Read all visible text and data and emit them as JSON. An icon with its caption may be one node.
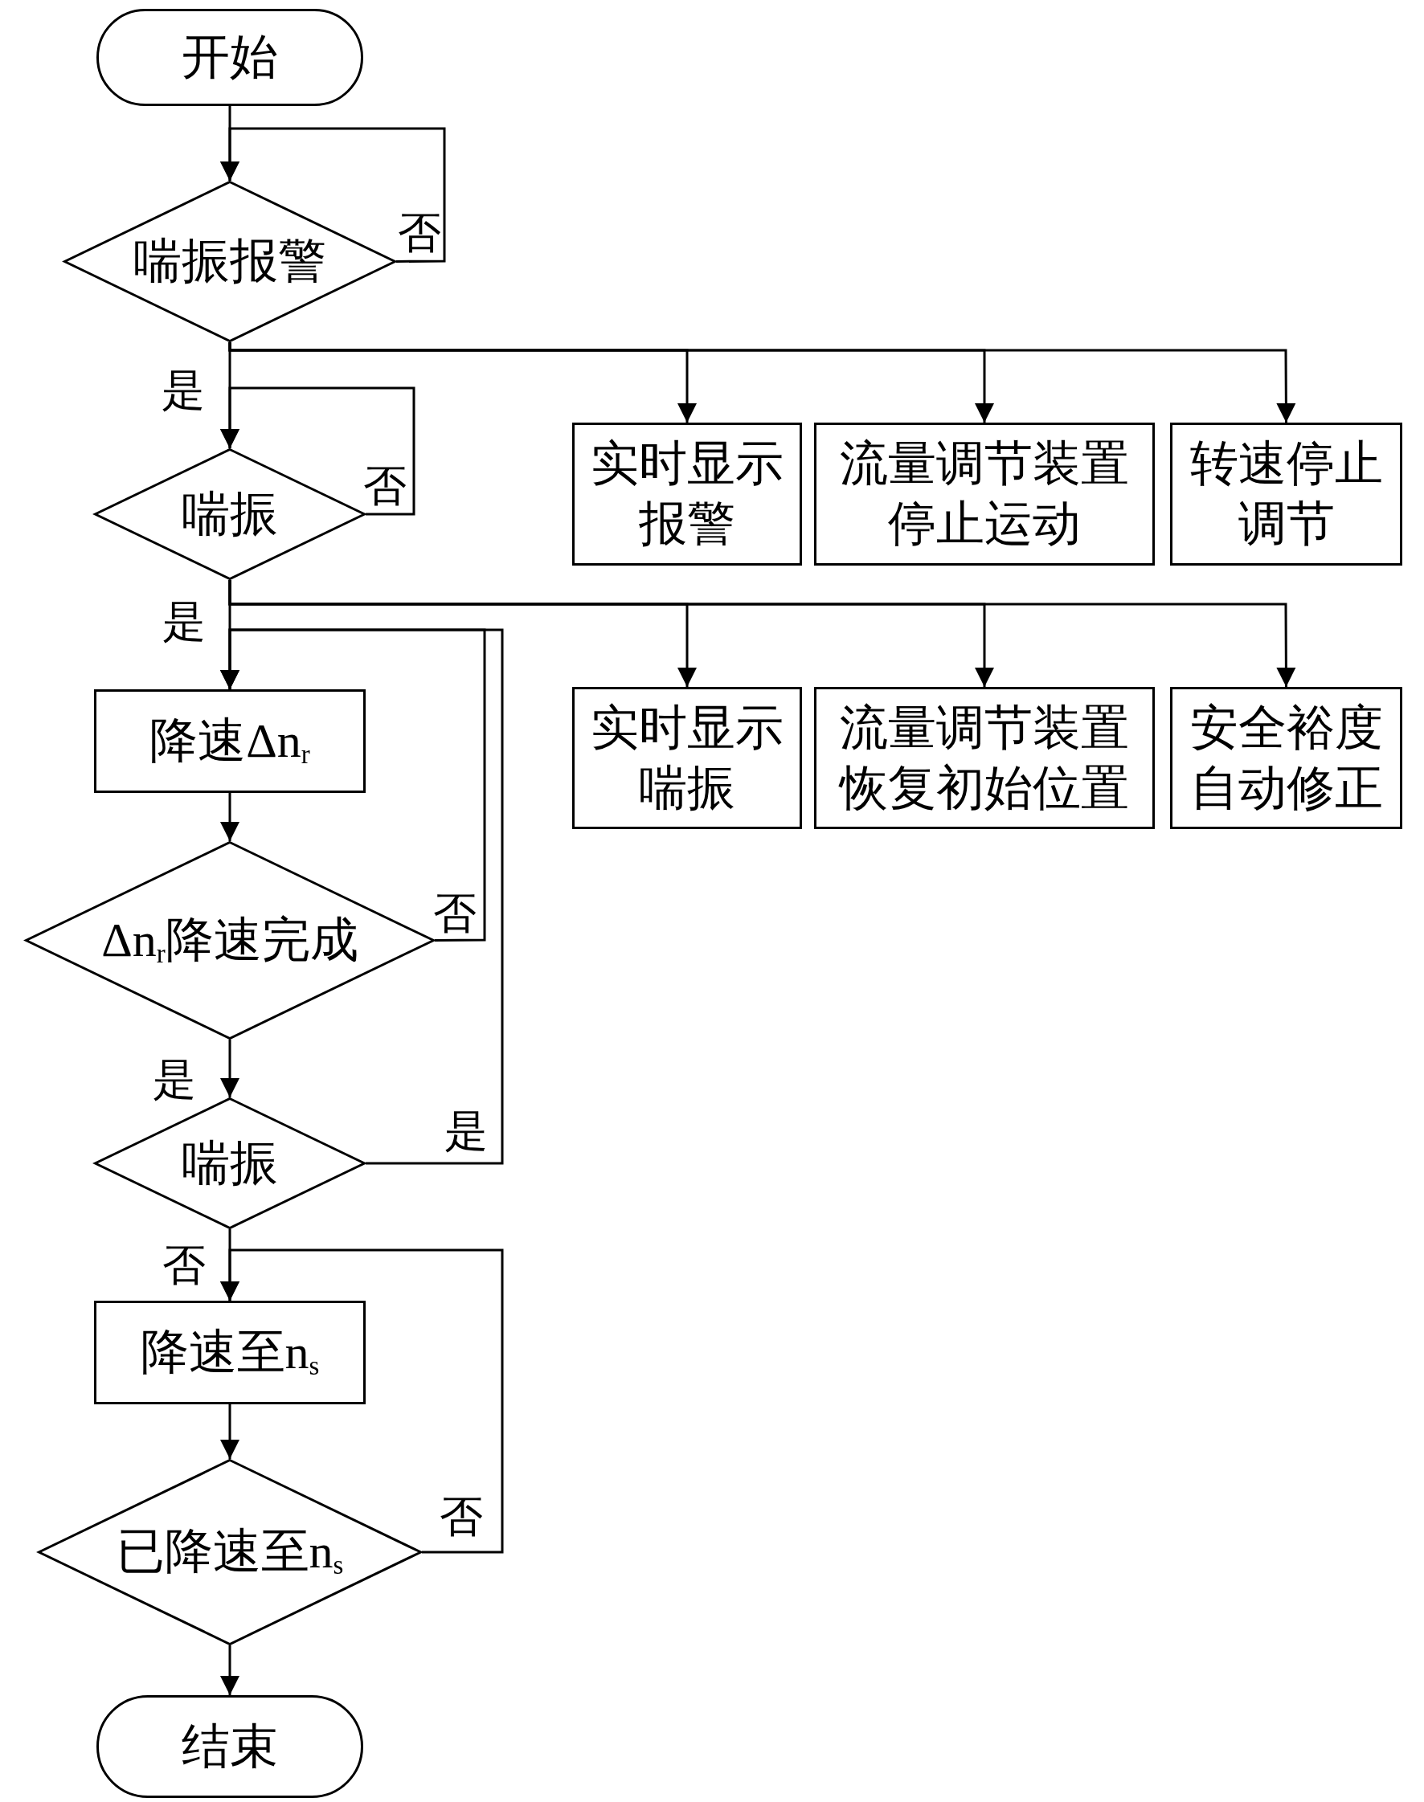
{
  "diagram": {
    "nodes": [
      {
        "text": [
          "开始"
        ]
      },
      {
        "text": [
          "喘振报警"
        ]
      },
      {
        "text": [
          "喘振"
        ]
      },
      {
        "text": [
          "实时显示报警"
        ]
      },
      {
        "text": [
          "流量调节装置停止运动"
        ]
      },
      {
        "text": [
          "转速停止调节"
        ]
      },
      {
        "text": [
          "降速Δn$_{r}$"
        ]
      },
      {
        "text": [
          "实时显示喘振"
        ]
      },
      {
        "text": [
          "流量调节装置恢复初始位置"
        ]
      },
      {
        "text": [
          "安全裕度自动修正"
        ]
      },
      {
        "text": [
          "Δn$_{r}$降速完成"
        ]
      },
      {
        "text": [
          "喘振"
        ]
      },
      {
        "text": [
          "降速至n$_{s}$"
        ]
      },
      {
        "text": [
          "已降速至n$_{s}$"
        ]
      },
      {
        "text": [
          "结束"
        ]
      }
    ],
    "edges": [
      {
        "from": 0,
        "to": 1,
        "arrow": "to"
      },
      {
        "from": 1,
        "to": 1,
        "arrow": "to",
        "label": "否"
      },
      {
        "from": 1,
        "to": 2,
        "arrow": "to",
        "label": "是"
      },
      {
        "from": 1,
        "to": 3,
        "arrow": "to"
      },
      {
        "from": 1,
        "to": 4,
        "arrow": "to"
      },
      {
        "from": 1,
        "to": 5,
        "arrow": "to"
      },
      {
        "from": 2,
        "to": 2,
        "arrow": "to",
        "label": "否"
      },
      {
        "from": 2,
        "to": 6,
        "arrow": "to",
        "label": "是"
      },
      {
        "from": 2,
        "to": 7,
        "arrow": "to"
      },
      {
        "from": 2,
        "to": 8,
        "arrow": "to"
      },
      {
        "from": 2,
        "to": 9,
        "arrow": "to"
      },
      {
        "from": 6,
        "to": 10,
        "arrow": "to"
      },
      {
        "from": 10,
        "to": 6,
        "arrow": "to",
        "label": "否"
      },
      {
        "from": 10,
        "to": 11,
        "arrow": "to",
        "label": "是"
      },
      {
        "from": 11,
        "to": 6,
        "arrow": "to",
        "label": "是"
      },
      {
        "from": 11,
        "to": 12,
        "arrow": "to",
        "label": "否"
      },
      {
        "from": 12,
        "to": 13,
        "arrow": "to"
      },
      {
        "from": 13,
        "to": 12,
        "arrow": "to",
        "label": "否"
      },
      {
        "from": 13,
        "to": 14,
        "arrow": "to"
      }
    ]
  }
}
